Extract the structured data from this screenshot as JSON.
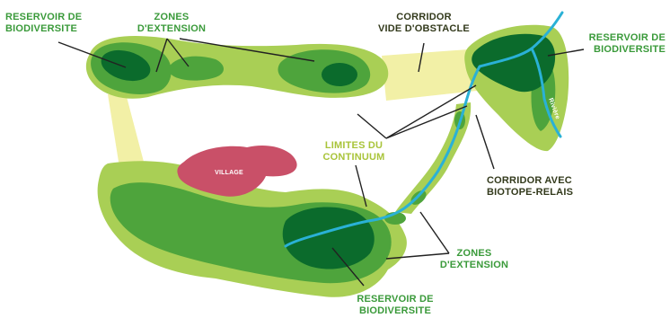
{
  "labels": {
    "reservoir_top_left_line1": "RESERVOIR DE",
    "reservoir_top_left_line2": "BIODIVERSITE",
    "zones_top_line1": "ZONES",
    "zones_top_line2": "D'EXTENSION",
    "corridor_top_line1": "CORRIDOR",
    "corridor_top_line2": "VIDE D'OBSTACLE",
    "reservoir_top_right_line1": "RESERVOIR DE",
    "reservoir_top_right_line2": "BIODIVERSITE",
    "riviere": "Rivière",
    "limites_line1": "LIMITES DU",
    "limites_line2": "CONTINUUM",
    "village": "VILLAGE",
    "corridor_right_line1": "CORRIDOR AVEC",
    "corridor_right_line2": "BIOTOPE-RELAIS",
    "zones_bottom_line1": "ZONES",
    "zones_bottom_line2": "D'EXTENSION",
    "reservoir_bottom_line1": "RESERVOIR DE",
    "reservoir_bottom_line2": "BIODIVERSITE"
  },
  "colors": {
    "continuum_pale": "#f2f0a6",
    "extension_light": "#a9cf55",
    "extension_mid": "#4ea43c",
    "reservoir_dark": "#0b6b2c",
    "river": "#2ab1d6",
    "village": "#c95068",
    "label_green": "#3a9a3a",
    "label_dark": "#333a1c"
  }
}
